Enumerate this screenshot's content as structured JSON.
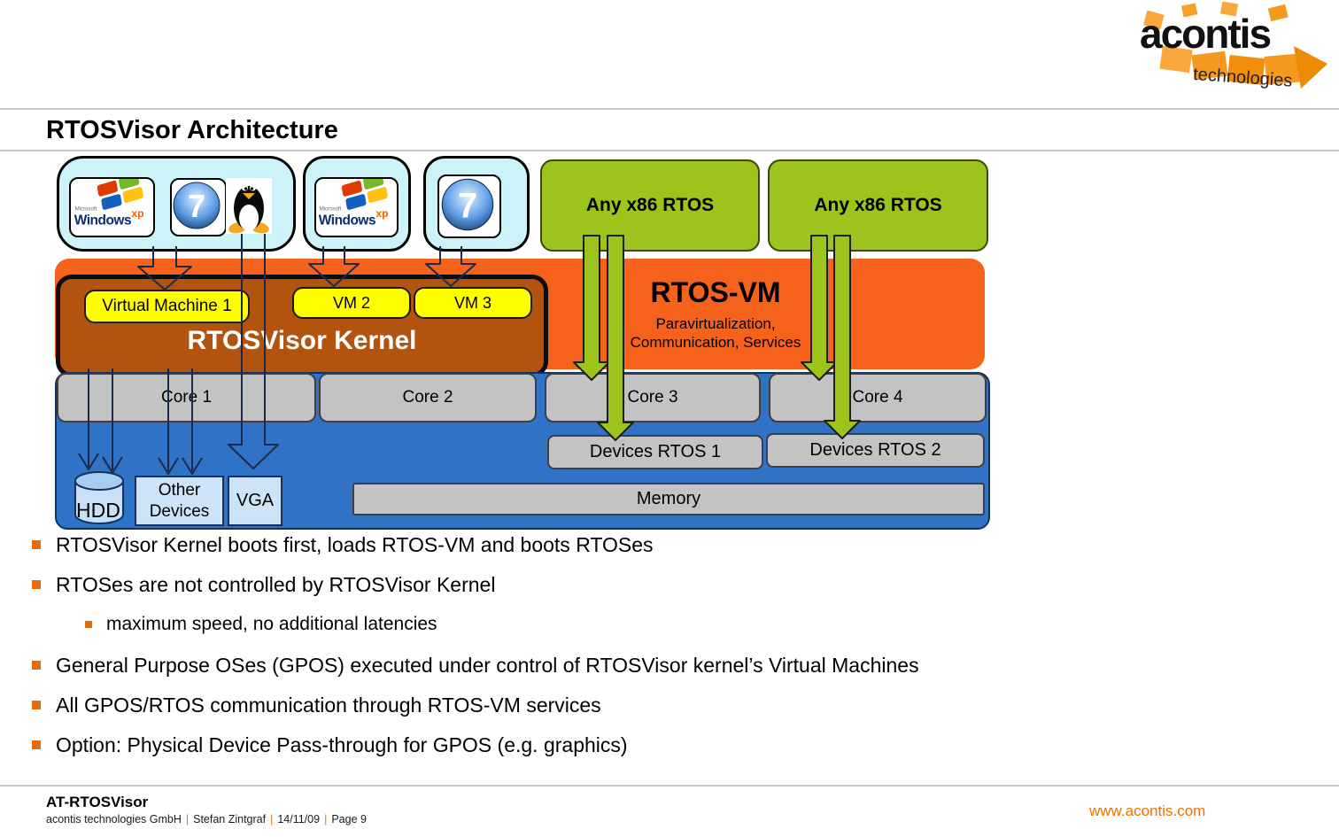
{
  "header": {
    "title": "RTOSVisor Architecture"
  },
  "logo": {
    "brand": "acontis",
    "tagline": "technologies"
  },
  "diagram": {
    "os_icons": {
      "xp_brand": "Microsoft",
      "xp_name": "Windows",
      "xp_edition": "xp",
      "win7_glyph": "7"
    },
    "rtos_box_1": "Any x86 RTOS",
    "rtos_box_2": "Any x86 RTOS",
    "rtos_vm": {
      "title": "RTOS-VM",
      "subtitle_line1": "Paravirtualization,",
      "subtitle_line2": "Communication, Services"
    },
    "kernel": {
      "title": "RTOSVisor Kernel",
      "vm_1": "Virtual Machine 1",
      "vm_2": "VM 2",
      "vm_3": "VM 3"
    },
    "cores": [
      "Core 1",
      "Core 2",
      "Core 3",
      "Core 4"
    ],
    "devices": {
      "hdd": "HDD",
      "other": "Other Devices",
      "vga": "VGA",
      "devices_rtos_1": "Devices RTOS 1",
      "devices_rtos_2": "Devices RTOS 2",
      "memory": "Memory"
    }
  },
  "bullets": [
    {
      "level": 1,
      "text": "RTOSVisor Kernel boots first, loads RTOS-VM and boots RTOSes"
    },
    {
      "level": 1,
      "text": "RTOSes are not controlled by RTOSVisor Kernel"
    },
    {
      "level": 2,
      "text": "maximum speed, no additional latencies"
    },
    {
      "level": 1,
      "text": "General Purpose OSes (GPOS) executed under control of RTOSVisor kernel’s Virtual Machines"
    },
    {
      "level": 1,
      "text": "All GPOS/RTOS communication through RTOS-VM services"
    },
    {
      "level": 1,
      "text": "Option: Physical Device Pass-through for GPOS (e.g. graphics)"
    }
  ],
  "footer": {
    "product": "AT-RTOSVisor",
    "company": "acontis technologies GmbH",
    "author": "Stefan Zintgraf",
    "date": "14/11/09",
    "page": "Page 9",
    "separator": "|",
    "website": "www.acontis.com"
  },
  "colors": {
    "orange_band": "#f4621c",
    "kernel_orange": "#b2540f",
    "rtos_green": "#9dc41d",
    "hardware_blue": "#2f72c6",
    "device_light_blue": "#cde3f7",
    "core_gray": "#c3c3c3",
    "vm_yellow": "#ffff00",
    "os_cyan": "#cdf3fa",
    "bullet_orange": "#e46c0a",
    "accent_orange": "#ee7203"
  }
}
